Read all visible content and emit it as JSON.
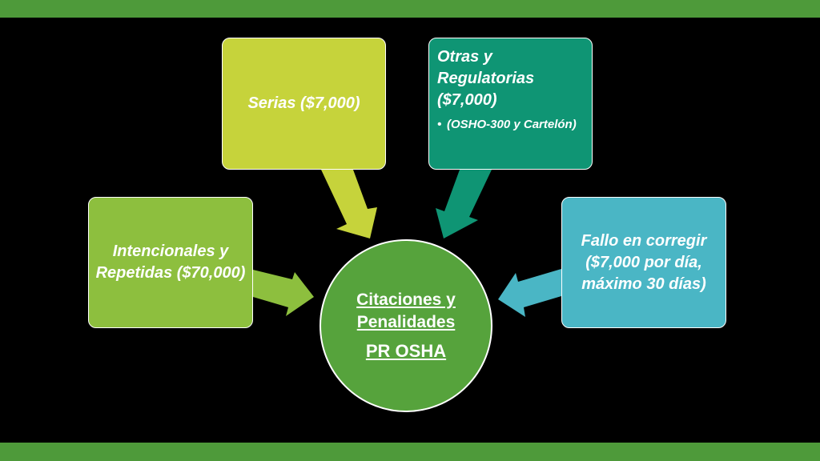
{
  "diagram": {
    "center": {
      "title_line1": "Citaciones y",
      "title_line2": "Penalidades",
      "subtitle": "PR OSHA"
    },
    "left": {
      "text": "Intencionales y Repetidas ($70,000)"
    },
    "top": {
      "text": "Serias ($7,000)"
    },
    "top_right": {
      "text": "Otras y Regulatorias ($7,000)",
      "bullet": "(OSHO-300 y Cartelón)"
    },
    "right": {
      "text": "Fallo en corregir ($7,000 por día, máximo 30 días)"
    }
  },
  "colors": {
    "band": "#4e9a3a",
    "center": "#56a33c",
    "left": "#8dbf3e",
    "top": "#c6d33b",
    "top_right": "#0f9574",
    "right": "#4ab6c5"
  }
}
